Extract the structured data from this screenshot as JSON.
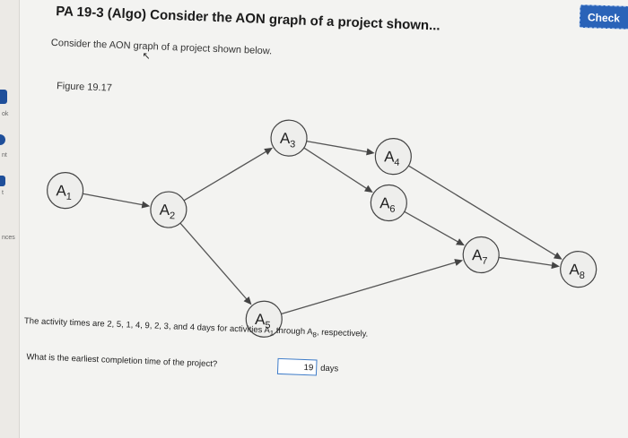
{
  "sidebar": {
    "items": [
      {
        "label": "ok"
      },
      {
        "label": "nt"
      },
      {
        "label": "t"
      },
      {
        "label": "nces"
      }
    ]
  },
  "header": {
    "check_label": "Check"
  },
  "question": {
    "title": "PA 19-3 (Algo) Consider the AON graph of a project shown...",
    "subtitle": "Consider the AON graph of a project shown below.",
    "figure_label": "Figure 19.17",
    "activity_text": "The activity times are 2, 5, 1, 4, 9, 2, 3, and 4 days for activities A",
    "activity_sub1": "1",
    "activity_through": " through A",
    "activity_sub8": "8",
    "activity_end": ", respectively.",
    "prompt": "What is the earliest completion time of the project?",
    "answer_value": "19",
    "unit": "days"
  },
  "graph": {
    "nodes": [
      {
        "letter": "A",
        "sub": "1"
      },
      {
        "letter": "A",
        "sub": "2"
      },
      {
        "letter": "A",
        "sub": "3"
      },
      {
        "letter": "A",
        "sub": "4"
      },
      {
        "letter": "A",
        "sub": "5"
      },
      {
        "letter": "A",
        "sub": "6"
      },
      {
        "letter": "A",
        "sub": "7"
      },
      {
        "letter": "A",
        "sub": "8"
      }
    ],
    "edges": [
      {
        "from": "A1",
        "to": "A2"
      },
      {
        "from": "A2",
        "to": "A3"
      },
      {
        "from": "A2",
        "to": "A5"
      },
      {
        "from": "A3",
        "to": "A4"
      },
      {
        "from": "A3",
        "to": "A6"
      },
      {
        "from": "A4",
        "to": "A8"
      },
      {
        "from": "A6",
        "to": "A7"
      },
      {
        "from": "A5",
        "to": "A7"
      },
      {
        "from": "A7",
        "to": "A8"
      }
    ]
  }
}
